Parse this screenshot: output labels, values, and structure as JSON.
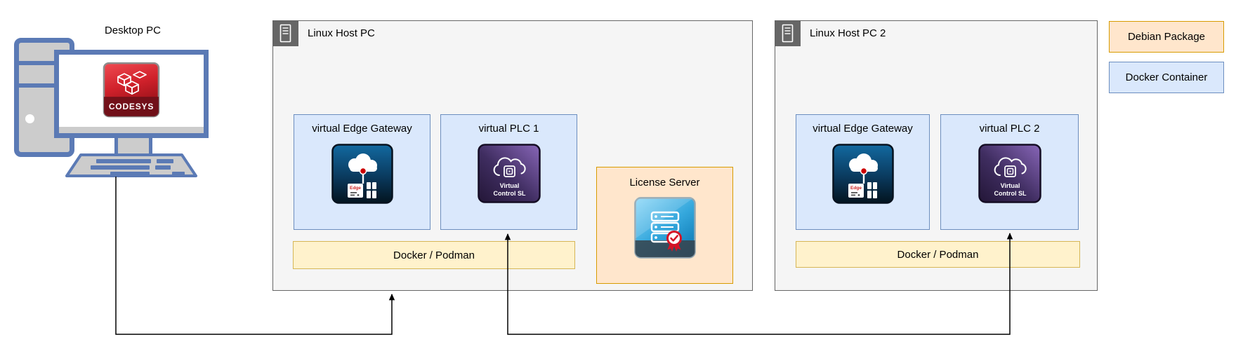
{
  "diagram": {
    "desktop_pc": {
      "label": "Desktop PC",
      "logo_text": "CODESYS"
    },
    "hosts": [
      {
        "title": "Linux Host PC",
        "edge_gateway_label": "virtual Edge Gateway",
        "edge_icon_label": "Edge",
        "plc_label": "virtual PLC 1",
        "plc_icon_line1": "Virtual",
        "plc_icon_line2": "Control SL",
        "runtime_label": "Docker / Podman"
      },
      {
        "title": "Linux Host PC 2",
        "edge_gateway_label": "virtual Edge Gateway",
        "edge_icon_label": "Edge",
        "plc_label": "virtual PLC 2",
        "plc_icon_line1": "Virtual",
        "plc_icon_line2": "Control SL",
        "runtime_label": "Docker / Podman"
      }
    ],
    "license_server": {
      "label": "License Server"
    },
    "legend": {
      "debian": {
        "label": "Debian Package",
        "fill": "#ffe6cc",
        "border": "#d79b00"
      },
      "docker": {
        "label": "Docker Container",
        "fill": "#dae8fc",
        "border": "#6c8ebf"
      }
    },
    "colors": {
      "host_box_fill": "#f5f5f5",
      "host_box_border": "#666666",
      "container_fill": "#dae8fc",
      "container_border": "#6c8ebf",
      "runtime_fill": "#fff2cc",
      "runtime_border": "#d6b656",
      "package_fill": "#ffe6cc",
      "package_border": "#d79b00",
      "connector": "#000000"
    }
  }
}
